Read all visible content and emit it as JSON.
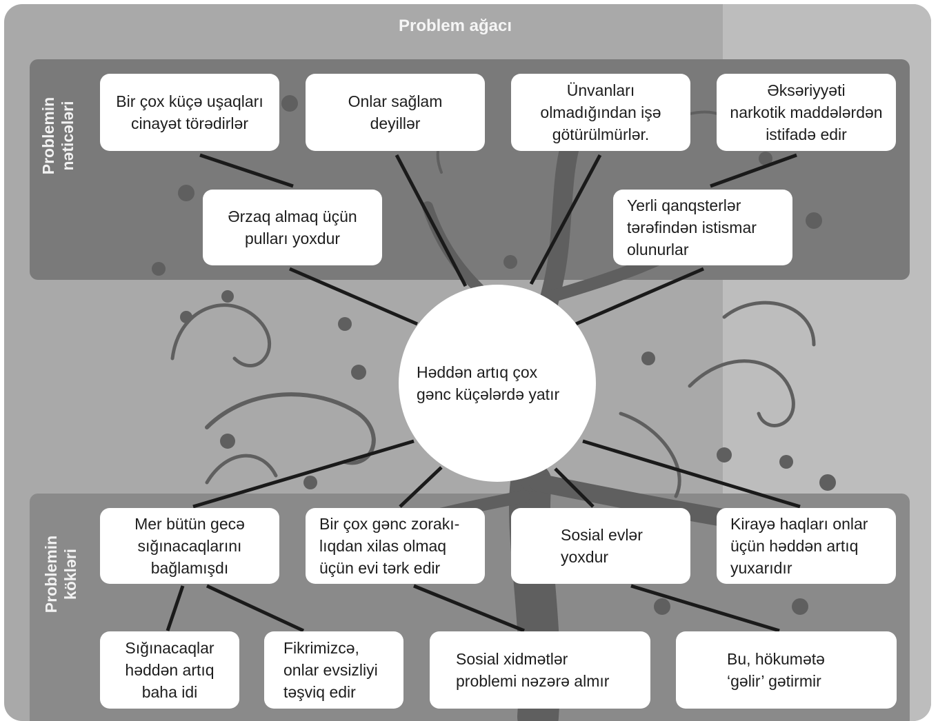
{
  "title": "Problem ağacı",
  "side_labels": {
    "effects": "Problemin\nnəticələri",
    "roots": "Problemin\nkökləri"
  },
  "center": "Həddən artıq çox\ngənc küçələrdə yatır",
  "effects": [
    "Bir çox küçə uşaqları\ncinayət törədirlər",
    "Onlar sağlam\ndeyillər",
    "Ünvanları\nolmadığından işə\ngötürülmürlər.",
    "Əksəriyyəti\nnarkotik maddələrdən\nistifadə edir",
    "Ərzaq almaq üçün\npulları yoxdur",
    "Yerli qanqsterlər\ntərəfindən istismar\nolunurlar"
  ],
  "roots": [
    "Mer bütün gecə\nsığınacaqlarını\nbağlamışdı",
    "Bir çox gənc zorakı-\nlıqdan xilas olmaq\nüçün evi tərk edir",
    "Sosial evlər\nyoxdur",
    "Kirayə haqları onlar\nüçün həddən artıq\nyuxarıdır",
    "Sığınacaqlar\nhəddən artıq\nbaha idi",
    "Fikrimizcə,\nonlar evsizliyi\ntəşviq edir",
    "Sosial xidmətlər\nproblemi nəzərə almır",
    "Bu, hökumətə\n‘gəlir’ gətirmir"
  ],
  "colors": {
    "background": "#a9a9a9",
    "band": "#7a7a7a",
    "box": "#ffffff",
    "connector": "#1a1a1a",
    "tree": "#5f5f5f"
  }
}
